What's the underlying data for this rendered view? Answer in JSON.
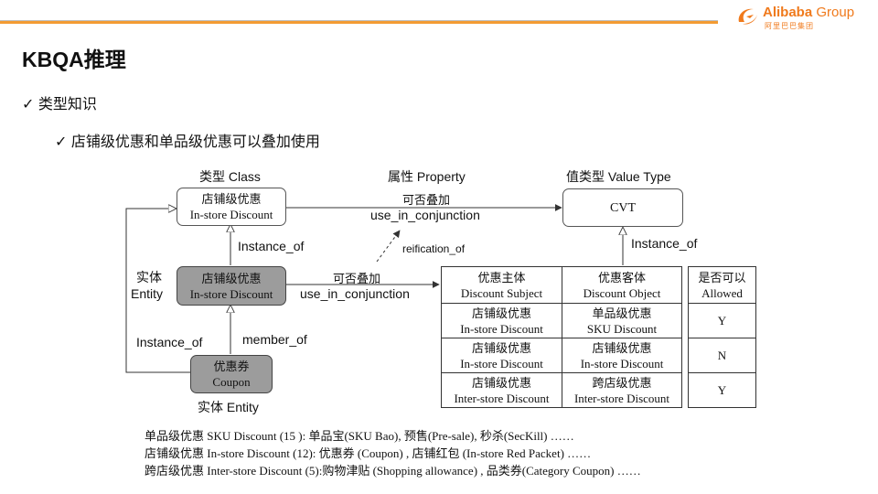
{
  "brand": {
    "name_main": "Alibaba",
    "name_group": "Group",
    "name_cn": "阿里巴巴集团",
    "accent": "#f39b33"
  },
  "slide_title": "KBQA推理",
  "bullets": {
    "level1": "类型知识",
    "level2": "店铺级优惠和单品级优惠可以叠加使用",
    "check": "✓"
  },
  "diagram": {
    "headers": {
      "class": "类型 Class",
      "property": "属性 Property",
      "value_type": "值类型 Value Type"
    },
    "entity_label_cn": "实体",
    "entity_label_en": "Entity",
    "entity_bottom_label": "实体 Entity",
    "class_node": {
      "cn": "店铺级优惠",
      "en": "In-store Discount"
    },
    "entity_node": {
      "cn": "店铺级优惠",
      "en": "In-store Discount"
    },
    "coupon_node": {
      "cn": "优惠券",
      "en": "Coupon"
    },
    "cvt_node": "CVT",
    "edges": {
      "class_prop_cn": "可否叠加",
      "class_prop_en": "use_in_conjunction",
      "entity_prop_cn": "可否叠加",
      "entity_prop_en": "use_in_conjunction",
      "instance_of_1": "Instance_of",
      "instance_of_2": "Instance_of",
      "instance_of_3": "Instance_of",
      "member_of": "member_of",
      "reification_of": "reification_of"
    },
    "table": {
      "headers": [
        {
          "cn": "优惠主体",
          "en": "Discount Subject"
        },
        {
          "cn": "优惠客体",
          "en": "Discount Object"
        },
        {
          "cn": "是否可以",
          "en": "Allowed"
        }
      ],
      "rows": [
        {
          "subject_cn": "店铺级优惠",
          "subject_en": "In-store Discount",
          "object_cn": "单品级优惠",
          "object_en": "SKU Discount",
          "allowed": "Y"
        },
        {
          "subject_cn": "店铺级优惠",
          "subject_en": "In-store Discount",
          "object_cn": "店铺级优惠",
          "object_en": "In-store Discount",
          "allowed": "N"
        },
        {
          "subject_cn": "店铺级优惠",
          "subject_en": "Inter-store Discount",
          "object_cn": "跨店级优惠",
          "object_en": "Inter-store Discount",
          "allowed": "Y"
        }
      ]
    }
  },
  "footnotes": [
    "单品级优惠 SKU Discount (15 ): 单品宝(SKU Bao), 预售(Pre-sale), 秒杀(SecKill)  ……",
    "店铺级优惠 In-store Discount (12): 优惠券 (Coupon) , 店铺红包 (In-store Red Packet) ……",
    "跨店级优惠 Inter-store Discount (5):购物津贴 (Shopping allowance) , 品类券(Category Coupon) ……"
  ]
}
